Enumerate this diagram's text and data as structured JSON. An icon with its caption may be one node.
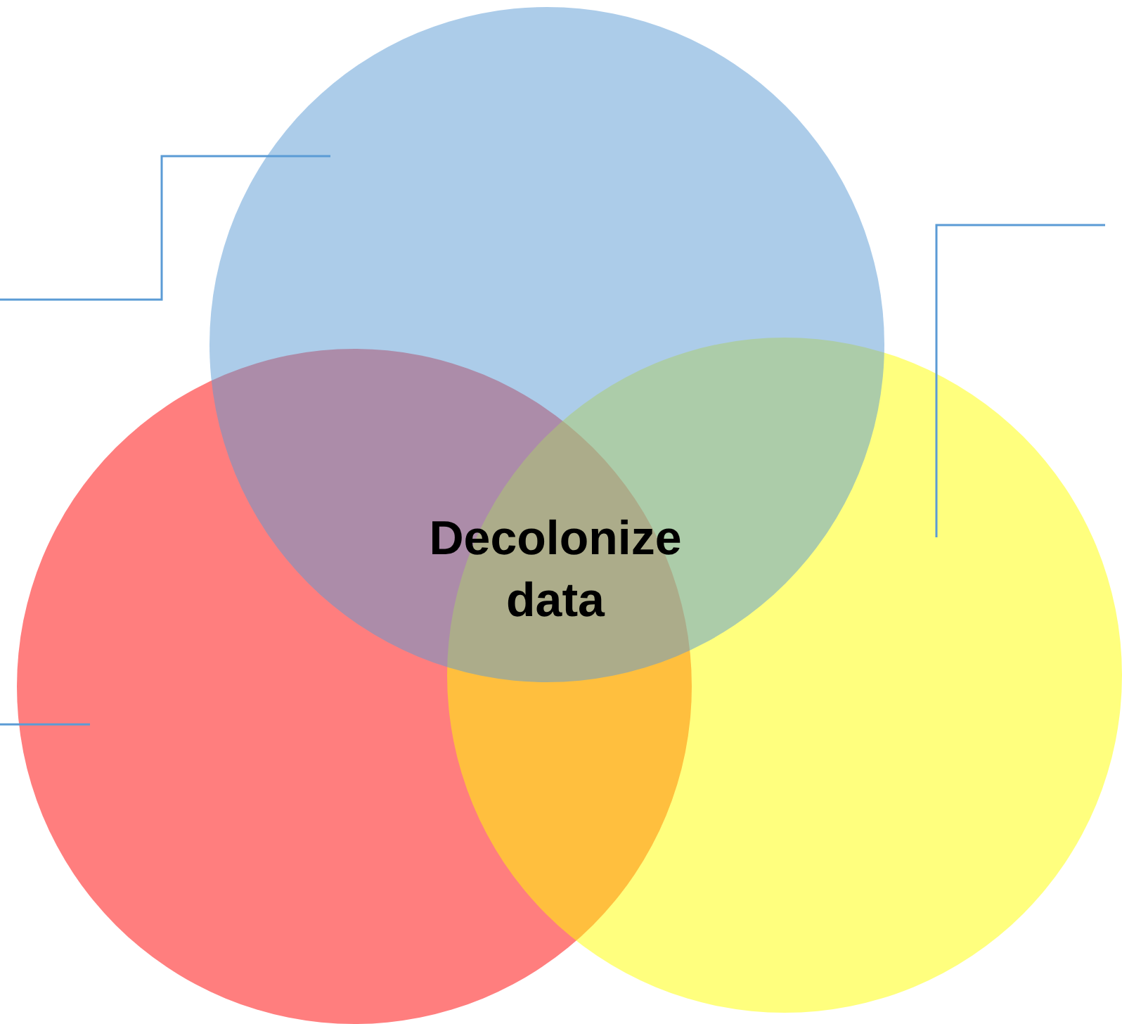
{
  "diagram": {
    "nodes": [
      {
        "text": [],
        "shape": "circle"
      },
      {
        "text": [],
        "shape": "circle"
      },
      {
        "text": [],
        "shape": "circle"
      }
    ],
    "edges": [
      {
        "from": null,
        "to": 0,
        "arrow": "none"
      },
      {
        "from": null,
        "to": 2,
        "arrow": "none"
      },
      {
        "from": null,
        "to": 1,
        "arrow": "none"
      }
    ],
    "labels": [
      "Decolonize data"
    ]
  }
}
